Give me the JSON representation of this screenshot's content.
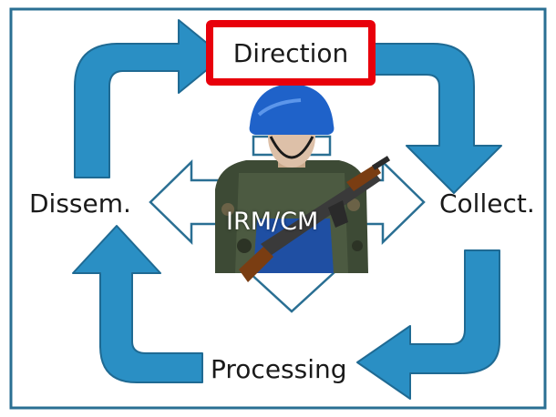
{
  "diagram": {
    "nodes": {
      "top": "Direction",
      "right": "Collect.",
      "bottom": "Processing",
      "left": "Dissem.",
      "center": "IRM/CM"
    },
    "colors": {
      "cycle_arrow": "#2a8fc4",
      "cycle_arrow_outline": "#1f6a93",
      "highlight_border": "#e8000b",
      "hub_arrow_outline": "#2a6f93",
      "frame": "#2a6f93"
    },
    "center_icon": "soldier-with-rifle-icon"
  }
}
